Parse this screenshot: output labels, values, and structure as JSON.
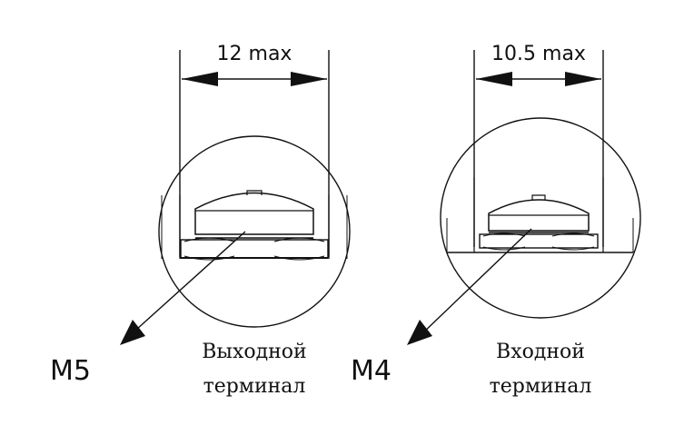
{
  "left_detail": {
    "dimension": "12 max",
    "screw": "M5",
    "terminal_line1": "Выходной",
    "terminal_line2": "терминал"
  },
  "right_detail": {
    "dimension": "10.5 max",
    "screw": "M4",
    "terminal_line1": "Входной",
    "terminal_line2": "терминал"
  },
  "colors": {
    "line": "#111111",
    "background": "#ffffff"
  }
}
